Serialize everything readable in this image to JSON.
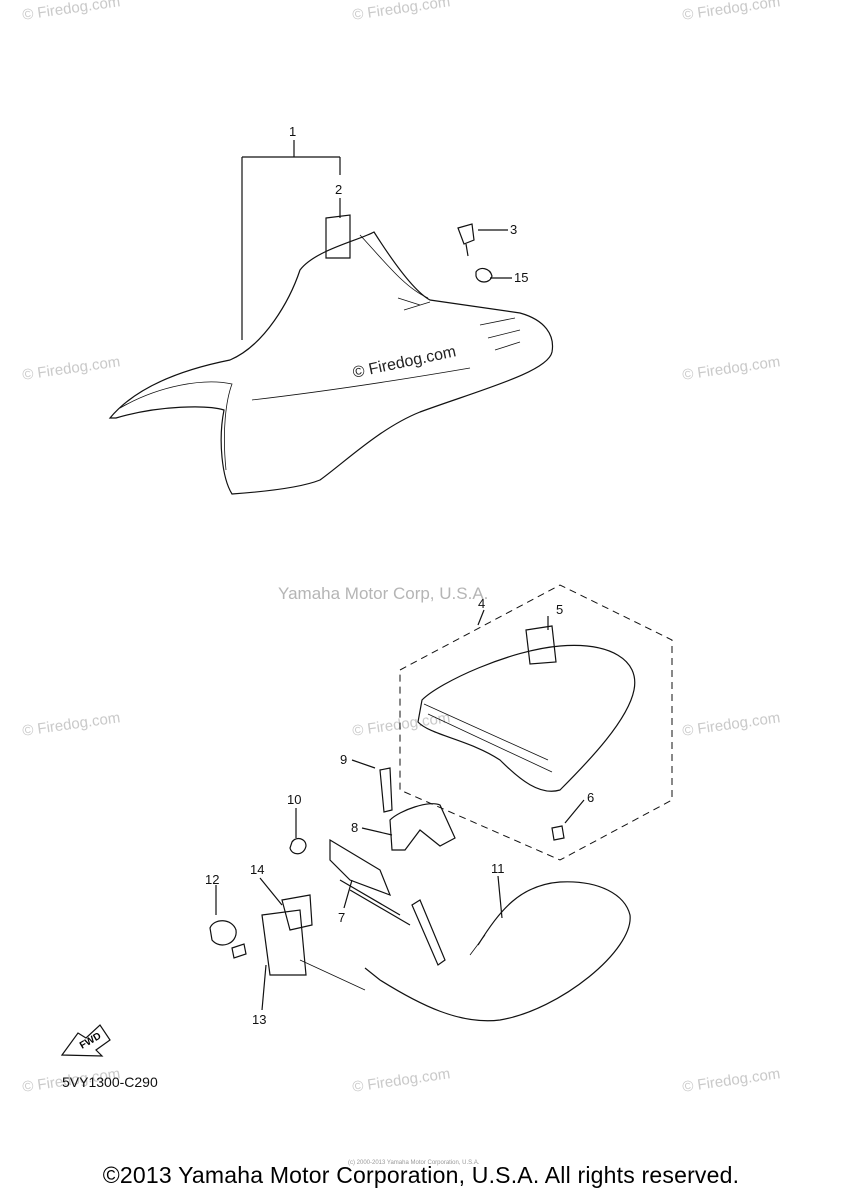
{
  "watermarks": {
    "repeated": "© Firedog.com",
    "center": "Yamaha Motor Corp, U.S.A.",
    "inline": "© Firedog.com"
  },
  "callouts": [
    "1",
    "2",
    "3",
    "15",
    "4",
    "5",
    "6",
    "9",
    "8",
    "10",
    "12",
    "14",
    "7",
    "11",
    "13"
  ],
  "fwd_label": "FWD",
  "diagram_code": "5VY1300-C290",
  "tiny_notice": "(c) 2000-2013 Yamaha Motor Corporation, U.S.A.",
  "copyright": "©2013 Yamaha Motor Corporation, U.S.A. All rights reserved."
}
